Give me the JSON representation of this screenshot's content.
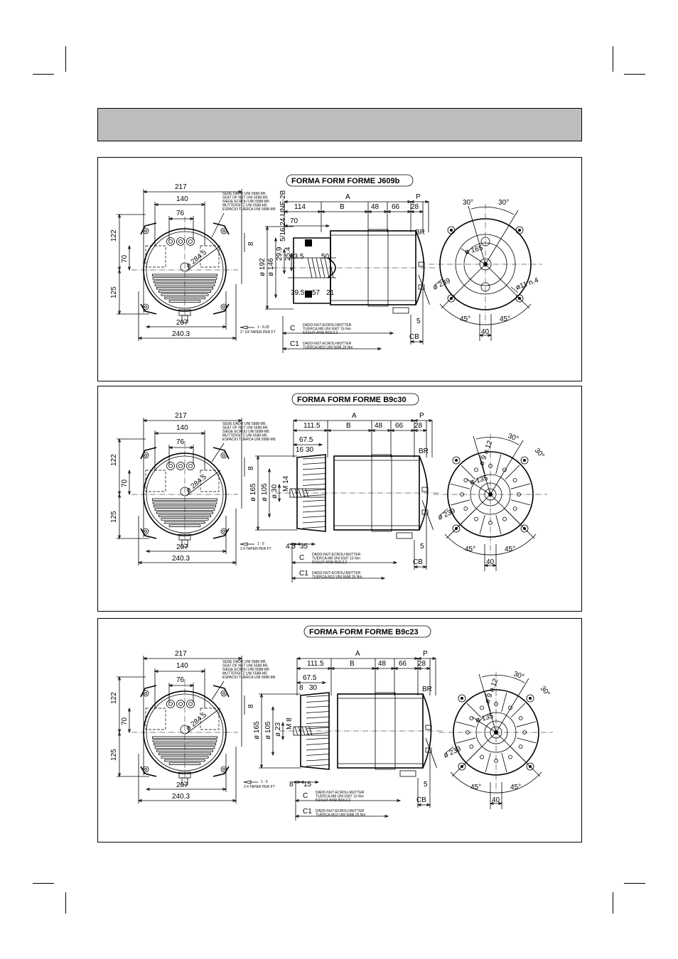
{
  "header": {
    "title": ""
  },
  "panels": [
    {
      "form_label": "FORMA  FORM  FORME  J609b",
      "front": {
        "d217": "217",
        "d140": "140",
        "d76": "76",
        "d122": "122",
        "d70": "70",
        "d125": "125",
        "d207": "207",
        "d2403": "240.3",
        "dia": "ø 284.5",
        "d8": "8"
      },
      "nut_note": [
        "SEDE DADO UNI 5588-M5",
        "SEAT OF NUT UNI 5588-M5",
        "SIEGE ECROU UNI 5588-M5",
        "MUTTERSITZ UNI 5588-M5",
        "ESPACIO TUERCA UNI 5588-M5"
      ],
      "side": {
        "A": "A",
        "P": "P",
        "B": "B",
        "d114": "114",
        "d48": "48",
        "d66": "66",
        "d28": "28",
        "d70": "70",
        "BR": "BR",
        "thread": "5/16 24 UNF-2B",
        "d635": "63.5",
        "d50": "50",
        "d299": "29.9",
        "d254": "25.4",
        "d192": "ø 192",
        "d146": "ø 146",
        "d395": "39.5",
        "d57": "57",
        "d21": "21",
        "d5": "5",
        "C": "C",
        "C1": "C1",
        "CB": "CB"
      },
      "taper": [
        "1 : 5.33",
        "2\" 1/4 TAPER PER FT"
      ],
      "c_note": [
        "DADO-NUT-ECROU-MUTTER",
        "TUERCA-M8 UNI 5587 15 Nm",
        "5/16x24 ANSI B18.2.2"
      ],
      "c1_note": [
        "DADO-NUT-ECROU-MUTTER",
        "TUERCA-M10 UNI 5588 25 Nm"
      ],
      "end": {
        "a30a": "30°",
        "a30b": "30°",
        "d165": "ø 165",
        "d239": "ø 239",
        "holes": "ø11 n.4",
        "a45a": "45°",
        "a45b": "45°",
        "d40": "40"
      }
    },
    {
      "form_label": "FORMA  FORM  FORME  B9c30",
      "front": {
        "d217": "217",
        "d140": "140",
        "d76": "76",
        "d122": "122",
        "d70": "70",
        "d125": "125",
        "d207": "207",
        "d2403": "240.3",
        "dia": "ø 284.5",
        "d8": "8"
      },
      "nut_note": [
        "SEDE DADO UNI 5588-M5",
        "SEAT OF NUT UNI 5588-M5",
        "SIEGE ECROU UNI 5588-M5",
        "MUTTERSITZ UNI 5588-M5",
        "ESPACIO TUERCA UNI 5588-M5"
      ],
      "side": {
        "A": "A",
        "P": "P",
        "B": "B",
        "d114": "111.5",
        "d48": "48",
        "d66": "66",
        "d28": "28",
        "d70": "67.5",
        "BR": "BR",
        "d16": "16",
        "d30": "30",
        "d165": "ø 165",
        "d105": "ø 105",
        "dshaft": "ø 30",
        "dm": "M 14",
        "d43": "4.3",
        "d35": "35",
        "d5": "5",
        "C": "C",
        "C1": "C1",
        "CB": "CB"
      },
      "taper": [
        "1 : 5",
        "2.4 TAPER PER FT"
      ],
      "c_note": [
        "DADO-NUT-ECROU-MUTTER",
        "TUERCA-M8 UNI 5587 15 Nm",
        "5/16x24 ANSI B18.2.2"
      ],
      "c1_note": [
        "DADO-NUT-ECROU-MUTTER",
        "TUERCA-M10 UNI 5588 25 Nm"
      ],
      "end": {
        "a30a": "30°",
        "a30b": "30°",
        "d165": "ø 135",
        "d239": "ø 239",
        "holes": "ø 9 n.12",
        "a45a": "45°",
        "a45b": "45°",
        "d40": "40"
      }
    },
    {
      "form_label": "FORMA  FORM  FORME  B9c23",
      "front": {
        "d217": "217",
        "d140": "140",
        "d76": "76",
        "d122": "122",
        "d70": "70",
        "d125": "125",
        "d207": "207",
        "d2403": "240.3",
        "dia": "ø 284.5",
        "d8": "8"
      },
      "nut_note": [
        "SEDE DADO UNI 5588-M5",
        "SEAT OF NUT UNI 5588-M5",
        "SIEGE ECROU UNI 5588-M5",
        "MUTTERSITZ UNI 5588-M5",
        "ESPACIO TUERCA UNI 5588-M5"
      ],
      "side": {
        "A": "A",
        "P": "P",
        "B": "B",
        "d114": "111.5",
        "d48": "48",
        "d66": "66",
        "d28": "28",
        "d70": "67.5",
        "BR": "BR",
        "d16": "8",
        "d30": "30",
        "d165": "ø 165",
        "d105": "ø 105",
        "dshaft": "ø 23",
        "dm": "M 8",
        "d43": "8",
        "d35": "15",
        "d5": "5",
        "C": "C",
        "C1": "C1",
        "CB": "CB"
      },
      "taper": [
        "1 : 5",
        "2.4 TAPER PER FT"
      ],
      "c_note": [
        "DADO-NUT-ECROU-MUTTER",
        "TUERCA-M8 UNI 5587 15 Nm",
        "5/16x24 ANSI B18.2.2"
      ],
      "c1_note": [
        "DADO-NUT-ECROU-MUTTER",
        "TUERCA-M10 UNI 5588 25 Nm"
      ],
      "end": {
        "a30a": "30°",
        "a30b": "30°",
        "d165": "ø 135",
        "d239": "ø 239",
        "holes": "ø 9 n.12",
        "a45a": "45°",
        "a45b": "45°",
        "d40": "40"
      }
    }
  ]
}
